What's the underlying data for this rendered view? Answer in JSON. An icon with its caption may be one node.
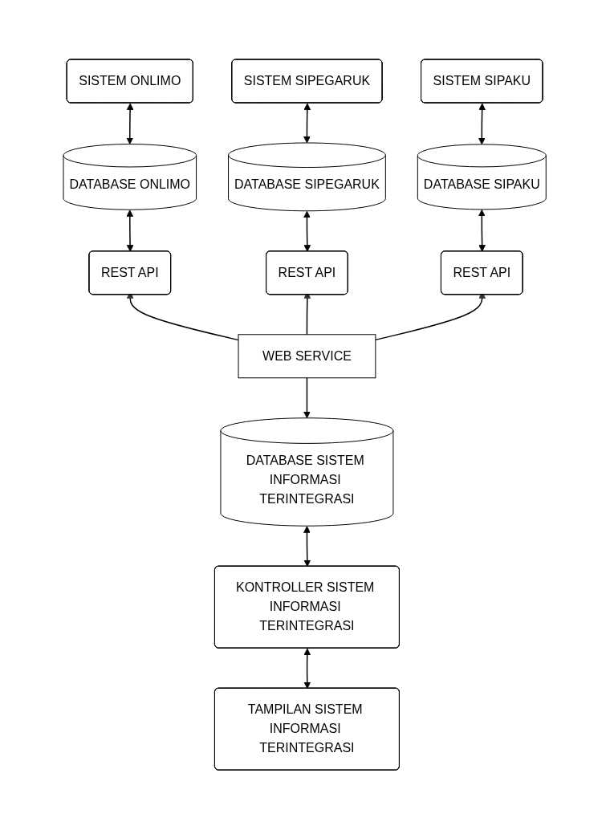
{
  "diagram": {
    "nodes": [
      {
        "text": [
          "SISTEM ONLIMO"
        ]
      },
      {
        "text": [
          "SISTEM SIPEGARUK"
        ]
      },
      {
        "text": [
          "SISTEM SIPAKU"
        ]
      },
      {
        "text": [
          "DATABASE ONLIMO"
        ]
      },
      {
        "text": [
          "DATABASE SIPEGARUK"
        ]
      },
      {
        "text": [
          "DATABASE SIPAKU"
        ]
      },
      {
        "text": [
          "REST API"
        ]
      },
      {
        "text": [
          "REST API"
        ]
      },
      {
        "text": [
          "REST API"
        ]
      },
      {
        "text": [
          "WEB SERVICE"
        ]
      },
      {
        "text": [
          "DATABASE SISTEM INFORMASI TERINTEGRASI"
        ]
      },
      {
        "text": [
          "KONTROLLER SISTEM INFORMASI TERINTEGRASI"
        ]
      },
      {
        "text": [
          "TAMPILAN SISTEM INFORMASI TERINTEGRASI"
        ]
      }
    ],
    "edges": [
      {
        "from": 0,
        "to": 3,
        "arrow": "both"
      },
      {
        "from": 1,
        "to": 4,
        "arrow": "both"
      },
      {
        "from": 2,
        "to": 5,
        "arrow": "both"
      },
      {
        "from": 3,
        "to": 6,
        "arrow": "both"
      },
      {
        "from": 4,
        "to": 7,
        "arrow": "both"
      },
      {
        "from": 5,
        "to": 8,
        "arrow": "both"
      },
      {
        "from": 9,
        "to": 6,
        "arrow": "to"
      },
      {
        "from": 9,
        "to": 7,
        "arrow": "to"
      },
      {
        "from": 9,
        "to": 8,
        "arrow": "to"
      },
      {
        "from": 9,
        "to": 10,
        "arrow": "to"
      },
      {
        "from": 10,
        "to": 11,
        "arrow": "both"
      },
      {
        "from": 11,
        "to": 12,
        "arrow": "both"
      }
    ]
  }
}
